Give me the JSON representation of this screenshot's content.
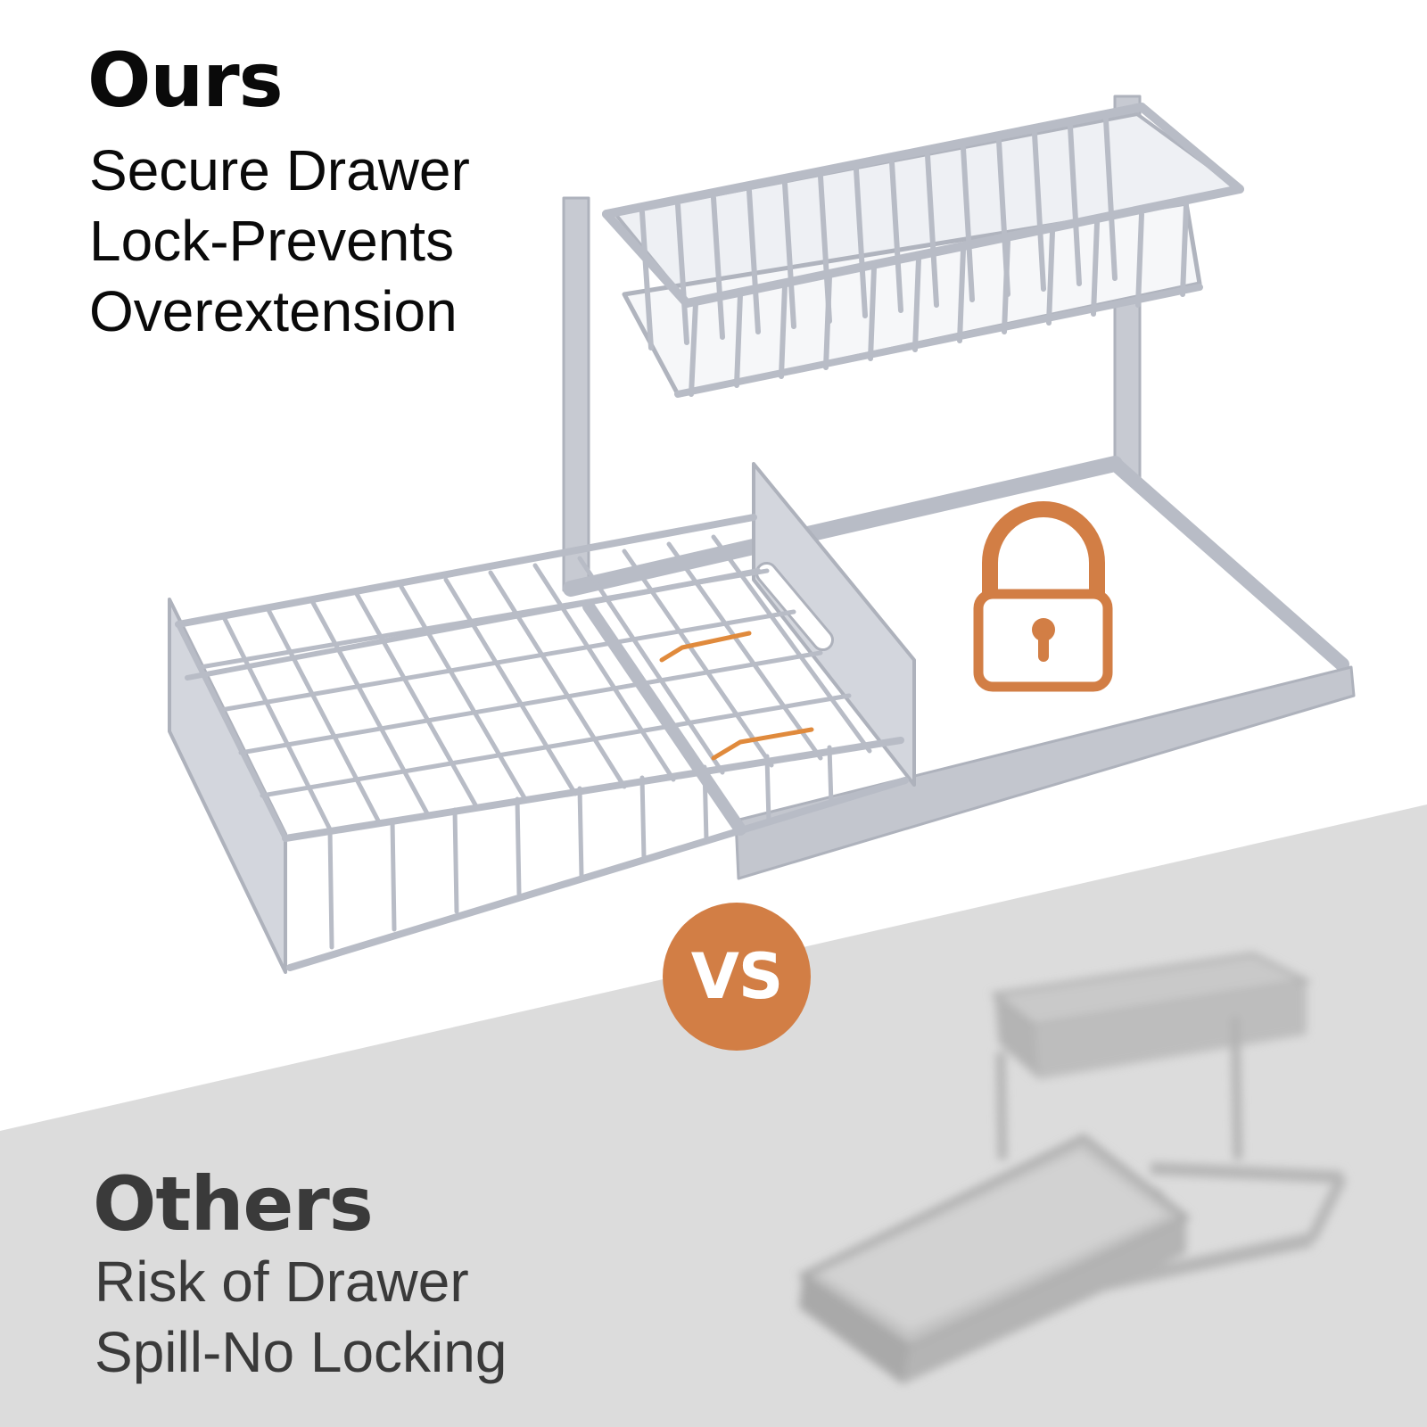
{
  "ours": {
    "title": "Ours",
    "lines": [
      "Secure Drawer",
      "Lock-Prevents",
      "Overextension"
    ]
  },
  "vs": {
    "label": "VS"
  },
  "others": {
    "title": "Others",
    "lines": [
      "Risk of Drawer",
      "Spill-No Locking"
    ]
  },
  "colors": {
    "accent": "#d27e45",
    "rack": "#b8bcc6",
    "lower_panel": "#dcdcdc"
  },
  "icons": [
    "lock-icon"
  ]
}
